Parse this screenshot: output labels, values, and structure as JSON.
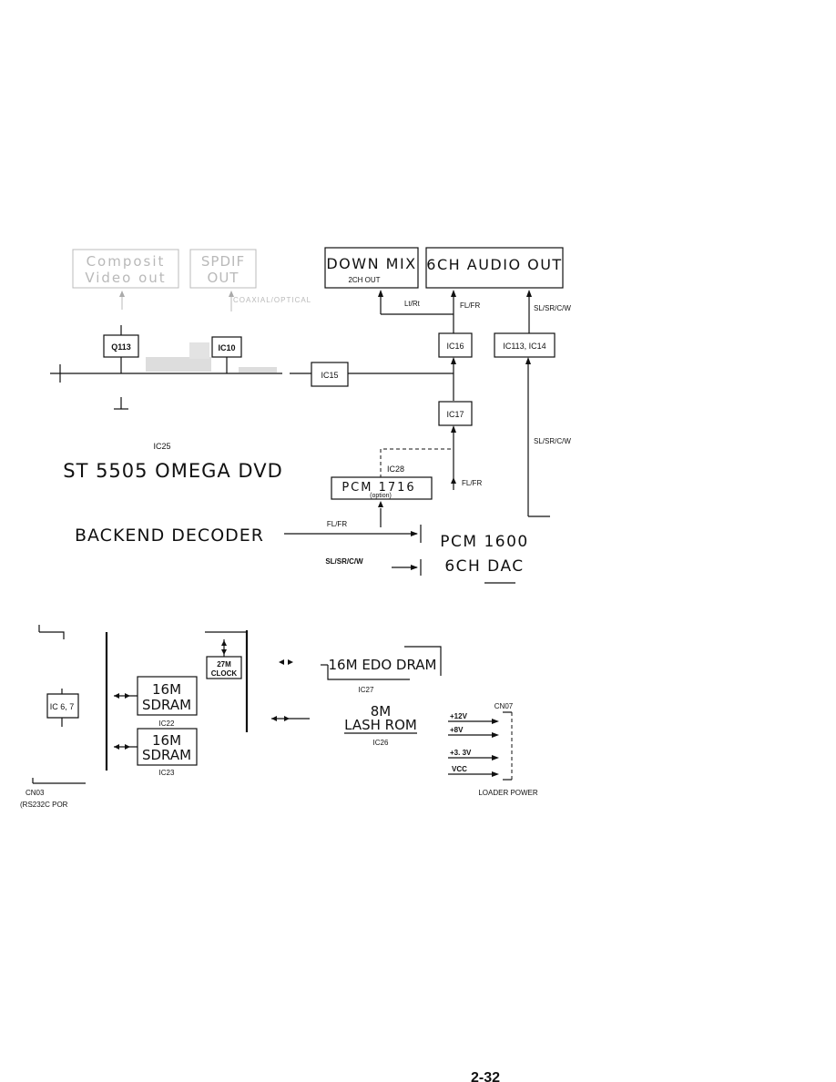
{
  "video_section": {
    "composite": [
      "Composit",
      "Video out"
    ],
    "spdif": [
      "SPDIF",
      "OUT"
    ],
    "coaxial": "COAXIAL/OPTICAL",
    "q113": "Q113",
    "ic10": "IC10"
  },
  "audio_section": {
    "down_mix": "DOWN MIX",
    "down_mix_sub": "2CH OUT",
    "six_ch_out": "6CH AUDIO OUT",
    "lt_rt": "Lt/Rt",
    "fl_fr": "FL/FR",
    "sl_sr_cw": "SL/SR/C/W",
    "ic16": "IC16",
    "ic113_14": "IC113, IC14",
    "ic15": "IC15",
    "ic17": "IC17",
    "sl_sr_cw_2": "SL/SR/C/W",
    "ic28": "IC28",
    "pcm1716": "PCM 1716",
    "option": "(option)",
    "fl_fr_2": "FL/FR"
  },
  "decoder": {
    "ic25": "IC25",
    "name_line1": "ST 5505 OMEGA DVD",
    "name_line2": "BACKEND DECODER",
    "fl_fr": "FL/FR",
    "sl_sr_cw": "SL/SR/C/W",
    "pcm1600": "PCM 1600",
    "dac": "6CH DAC"
  },
  "memory": {
    "clock": [
      "27M",
      "CLOCK"
    ],
    "sdram1": [
      "16M",
      "SDRAM"
    ],
    "sdram1_ic": "IC22",
    "sdram2": [
      "16M",
      "SDRAM"
    ],
    "sdram2_ic": "IC23",
    "edo": "16M EDO DRAM",
    "edo_ic": "IC27",
    "flash": [
      "8M",
      "LASH ROM"
    ],
    "flash_ic": "IC26",
    "ic67": "IC 6, 7",
    "cn03": "CN03",
    "rs232": "(RS232C POR"
  },
  "power": {
    "cn07": "CN07",
    "v12": "+12V",
    "v8": "+8V",
    "v33": "+3. 3V",
    "vcc": "VCC",
    "loader": "LOADER POWER"
  },
  "page_number": "2-32"
}
